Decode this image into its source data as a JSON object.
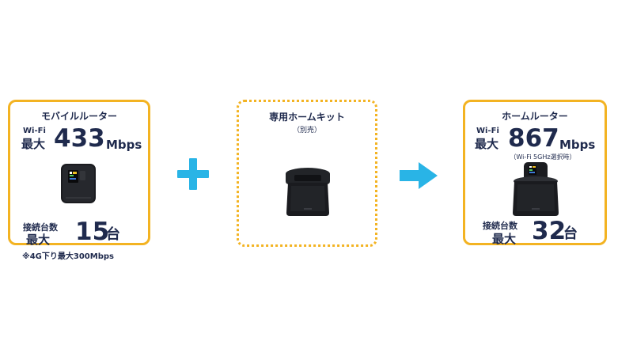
{
  "mobile_router": {
    "title": "モバイルルーター",
    "wifi_label": "Wi-Fi",
    "max_label": "最大",
    "speed_value": "433",
    "speed_unit": "Mbps",
    "connection_label": "接続台数",
    "connection_max_label": "最大",
    "connection_value": "15",
    "connection_unit": "台"
  },
  "footnote": "※4G下り最大300Mbps",
  "home_kit": {
    "title": "専用ホームキット",
    "subtitle": "（別売）"
  },
  "home_router": {
    "title": "ホームルーター",
    "wifi_label": "Wi-Fi",
    "max_label": "最大",
    "speed_value": "867",
    "speed_unit": "Mbps",
    "speed_note": "（Wi-Fi 5GHz選択時）",
    "connection_label": "接続台数",
    "connection_max_label": "最大",
    "connection_value": "32",
    "connection_unit": "台"
  },
  "colors": {
    "frame": "#f3b322",
    "accent": "#29b4e6",
    "text": "#1f2a4d"
  }
}
